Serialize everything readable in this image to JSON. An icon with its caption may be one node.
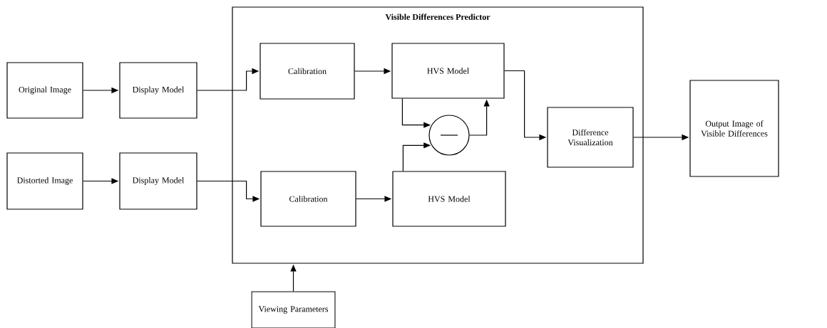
{
  "diagram": {
    "nodes": [
      {
        "text": [
          "Original Image"
        ]
      },
      {
        "text": [
          "Display Model"
        ]
      },
      {
        "text": [
          "Distorted Image"
        ]
      },
      {
        "text": [
          "Display Model"
        ]
      },
      {
        "text": [
          "Visible Differences Predictor"
        ]
      },
      {
        "text": [
          "Calibration"
        ],
        "in": 4
      },
      {
        "text": [
          "HVS Model"
        ],
        "in": 4
      },
      {
        "text": [],
        "shape": "circle",
        "in": 4
      },
      {
        "text": [
          "Calibration"
        ],
        "in": 4
      },
      {
        "text": [
          "HVS Model"
        ],
        "in": 4
      },
      {
        "text": [
          "Difference Visualization"
        ],
        "in": 4
      },
      {
        "text": [
          "Output Image of Visible Differences"
        ]
      },
      {
        "text": [
          "Viewing Parameters"
        ]
      }
    ],
    "edges": [
      {
        "from": 0,
        "to": 1,
        "arrow": "to"
      },
      {
        "from": 2,
        "to": 3,
        "arrow": "to"
      },
      {
        "from": 1,
        "to": 5,
        "arrow": "to"
      },
      {
        "from": 3,
        "to": 8,
        "arrow": "to"
      },
      {
        "from": 5,
        "to": 6,
        "arrow": "to"
      },
      {
        "from": 8,
        "to": 9,
        "arrow": "to"
      },
      {
        "from": 6,
        "to": 7,
        "arrow": "to"
      },
      {
        "from": 9,
        "to": 7,
        "arrow": "to"
      },
      {
        "from": 7,
        "to": 6,
        "arrow": "to"
      },
      {
        "from": 6,
        "to": 10,
        "arrow": "to"
      },
      {
        "from": 10,
        "to": 11,
        "arrow": "to"
      },
      {
        "from": 12,
        "to": 4,
        "arrow": "to"
      }
    ]
  }
}
